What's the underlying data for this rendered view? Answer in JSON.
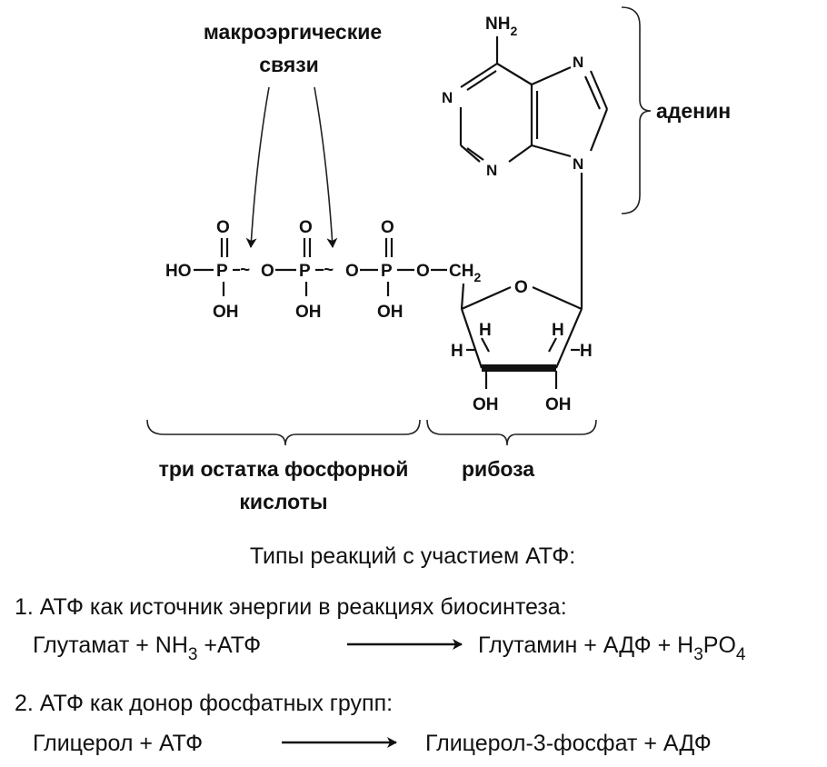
{
  "labels": {
    "macroergic_line1": "макроэргические",
    "macroergic_line2": "связи",
    "adenine": "аденин",
    "phosphate_line1": "три остатка фосфорной",
    "phosphate_line2": "кислоты",
    "ribose": "рибоза",
    "reactions_title": "Типы реакций с участием АТФ:"
  },
  "atoms": {
    "N": "N",
    "NH": "NH",
    "sub2": "2",
    "HO": "HO",
    "P": "P",
    "O": "O",
    "OH": "OH",
    "tilde": "~",
    "CH": "CH",
    "H": "H",
    "sub_o": "O"
  },
  "reactions": [
    {
      "heading": "1. АТФ как источник энергии в реакциях биосинтеза:",
      "left_a": "Глутамат + NH",
      "left_sub": "3",
      "left_b": " +АТФ",
      "right_a": "Глутамин + АДФ + H",
      "right_sub1": "3",
      "right_b": "PO",
      "right_sub2": "4"
    },
    {
      "heading": "2. АТФ как донор фосфатных групп:",
      "left": "Глицерол + АТФ",
      "right": "Глицерол-3-фосфат + АДФ"
    }
  ]
}
